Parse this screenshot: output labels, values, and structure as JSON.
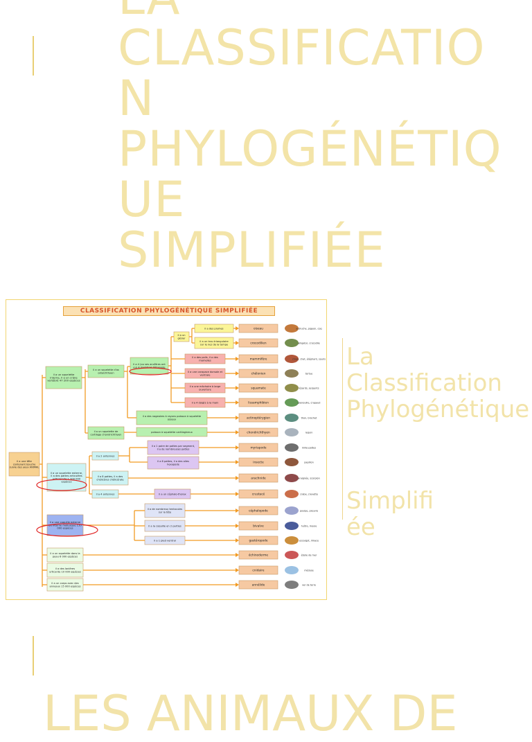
{
  "slide": {
    "title": "LA\nCLASSIFICATIO\nN\nPHYLOGÉNÉTIQ\nUE\nSIMPLIFIÉE",
    "side_text_top": "La\nClassification\nPhylogénétique",
    "side_text_bottom": "Simplifi\née",
    "bottom_title": "LES ANIMAUX DE"
  },
  "figure": {
    "title": "CLASSIFICATION PHYLOGÉNÉTIQUE SIMPLIFIÉE",
    "root": "il a une tête contenant bouche suivie des yeux ANIMAL",
    "groups": [
      {
        "id": "vertebres",
        "label": "il a un squelette interne, il a un crâne vertébré 47 200 espèces"
      },
      {
        "id": "arthropodes",
        "label": "il a un squelette externe, il a des pattes articulées arthropode 1 200 000 espèces"
      },
      {
        "id": "mollusques",
        "label": "il a une coquille externe ou interne mollusque 110 000 espèces"
      },
      {
        "id": "echino",
        "label": "il a un squelette dans la peau 6 000 espèces"
      },
      {
        "id": "cnidaires",
        "label": "il a des lanières urticante 10 000 espèces"
      },
      {
        "id": "annelides",
        "label": "il a un corps avec des anneaux 15 000 espèces"
      }
    ],
    "subgroups": [
      {
        "id": "osteichthyen",
        "label": "il a un squelette d'os osteichthyen"
      },
      {
        "id": "chondrichthyen",
        "label": "il a un squelette de cartilage chondrichthyen"
      },
      {
        "id": "tetrapode",
        "label": "il a 4 (ou ses ancêtres ont eu) 4 membres tétrapode"
      },
      {
        "id": "gesier",
        "label": "il a un gésier"
      },
      {
        "id": "antennes2",
        "label": "il a 2 antennes"
      },
      {
        "id": "chelicerates",
        "label": "il a 8 pattes, il a des chélicères chélicérate"
      },
      {
        "id": "antennes4",
        "label": "il a 4 antennes"
      },
      {
        "id": "nageoires",
        "label": "il a des nageoires à rayons poisson à squelette osseux"
      },
      {
        "id": "cartilag",
        "label": "poisson à squelette cartilagineux"
      },
      {
        "id": "plumes",
        "label": "il a des plumes"
      },
      {
        "id": "trou",
        "label": "il a un trou triangulaire sur le nez de la tempe"
      },
      {
        "id": "poils",
        "label": "il a des poils, il a des mamelles"
      },
      {
        "id": "carapace",
        "label": "il a une carapace dorsale et ventrale"
      },
      {
        "id": "mue",
        "label": "il a une mâchoire à large ouverture"
      },
      {
        "id": "doigts",
        "label": "il a 4 doigts à la main"
      },
      {
        "id": "pattes1",
        "label": "il a 1 paire de pattes par segment, il a de nombreuses pattes"
      },
      {
        "id": "ailes",
        "label": "il a 6 pattes, il a des ailes hexapode"
      },
      {
        "id": "cephalo_crit",
        "label": "il a un céphalo-thorax"
      },
      {
        "id": "tentacules",
        "label": "il a de nombreux tentacules sur la tête"
      },
      {
        "id": "coquille2",
        "label": "il a la coquille en 2 parties"
      },
      {
        "id": "piedventral",
        "label": "il a 1 pied ventral"
      }
    ],
    "classes": [
      {
        "name": "oiseau",
        "examples": "autruche, pigeon, coq",
        "color": "#f6c9a2"
      },
      {
        "name": "crocodilien",
        "examples": "alligator, crocodile",
        "color": "#f6c9a2"
      },
      {
        "name": "mammifère",
        "examples": "chien, chat, éléphant, souris",
        "color": "#f6c9a2"
      },
      {
        "name": "chélonien",
        "examples": "tortue",
        "color": "#f6c9a2"
      },
      {
        "name": "squamate",
        "examples": "lézards, serpents",
        "color": "#f6c9a2"
      },
      {
        "name": "lissamphibien",
        "examples": "grenouille, crapaud",
        "color": "#f6c9a2"
      },
      {
        "name": "actinoptérygien",
        "examples": "thon, brochet",
        "color": "#f6c9a2"
      },
      {
        "name": "chondrichthyen",
        "examples": "requin",
        "color": "#f6c9a2"
      },
      {
        "name": "myriapode",
        "examples": "mille-pattes",
        "color": "#f6c9a2"
      },
      {
        "name": "insecte",
        "examples": "papillon",
        "color": "#f6c9a2"
      },
      {
        "name": "arachnide",
        "examples": "araignée, scorpion",
        "color": "#f6c9a2"
      },
      {
        "name": "crustacé",
        "examples": "crabe, crevette",
        "color": "#f6c9a2"
      },
      {
        "name": "céphalopode",
        "examples": "poulpe, pieuvre",
        "color": "#f6c9a2"
      },
      {
        "name": "bivalve",
        "examples": "huître, moule",
        "color": "#f6c9a2"
      },
      {
        "name": "gastéropode",
        "examples": "escargot, limace",
        "color": "#f6c9a2"
      },
      {
        "name": "échinoderme",
        "examples": "étoile de mer",
        "color": "#f6c9a2"
      },
      {
        "name": "cnidaire",
        "examples": "méduse",
        "color": "#f6c9a2"
      },
      {
        "name": "annélide",
        "examples": "ver de terre",
        "color": "#f6c9a2"
      }
    ],
    "colors": {
      "line": "#f29a22",
      "box_green": "#b8f0b0",
      "box_cyan": "#cdf3f4",
      "box_blue": "#9db3f1",
      "box_violet": "#dcc6f2",
      "box_red": "#f7b1ae",
      "box_yellow": "#fbf598",
      "box_orange": "#f7c59b",
      "root": "#f7d191",
      "highlight": "#e02020"
    }
  }
}
